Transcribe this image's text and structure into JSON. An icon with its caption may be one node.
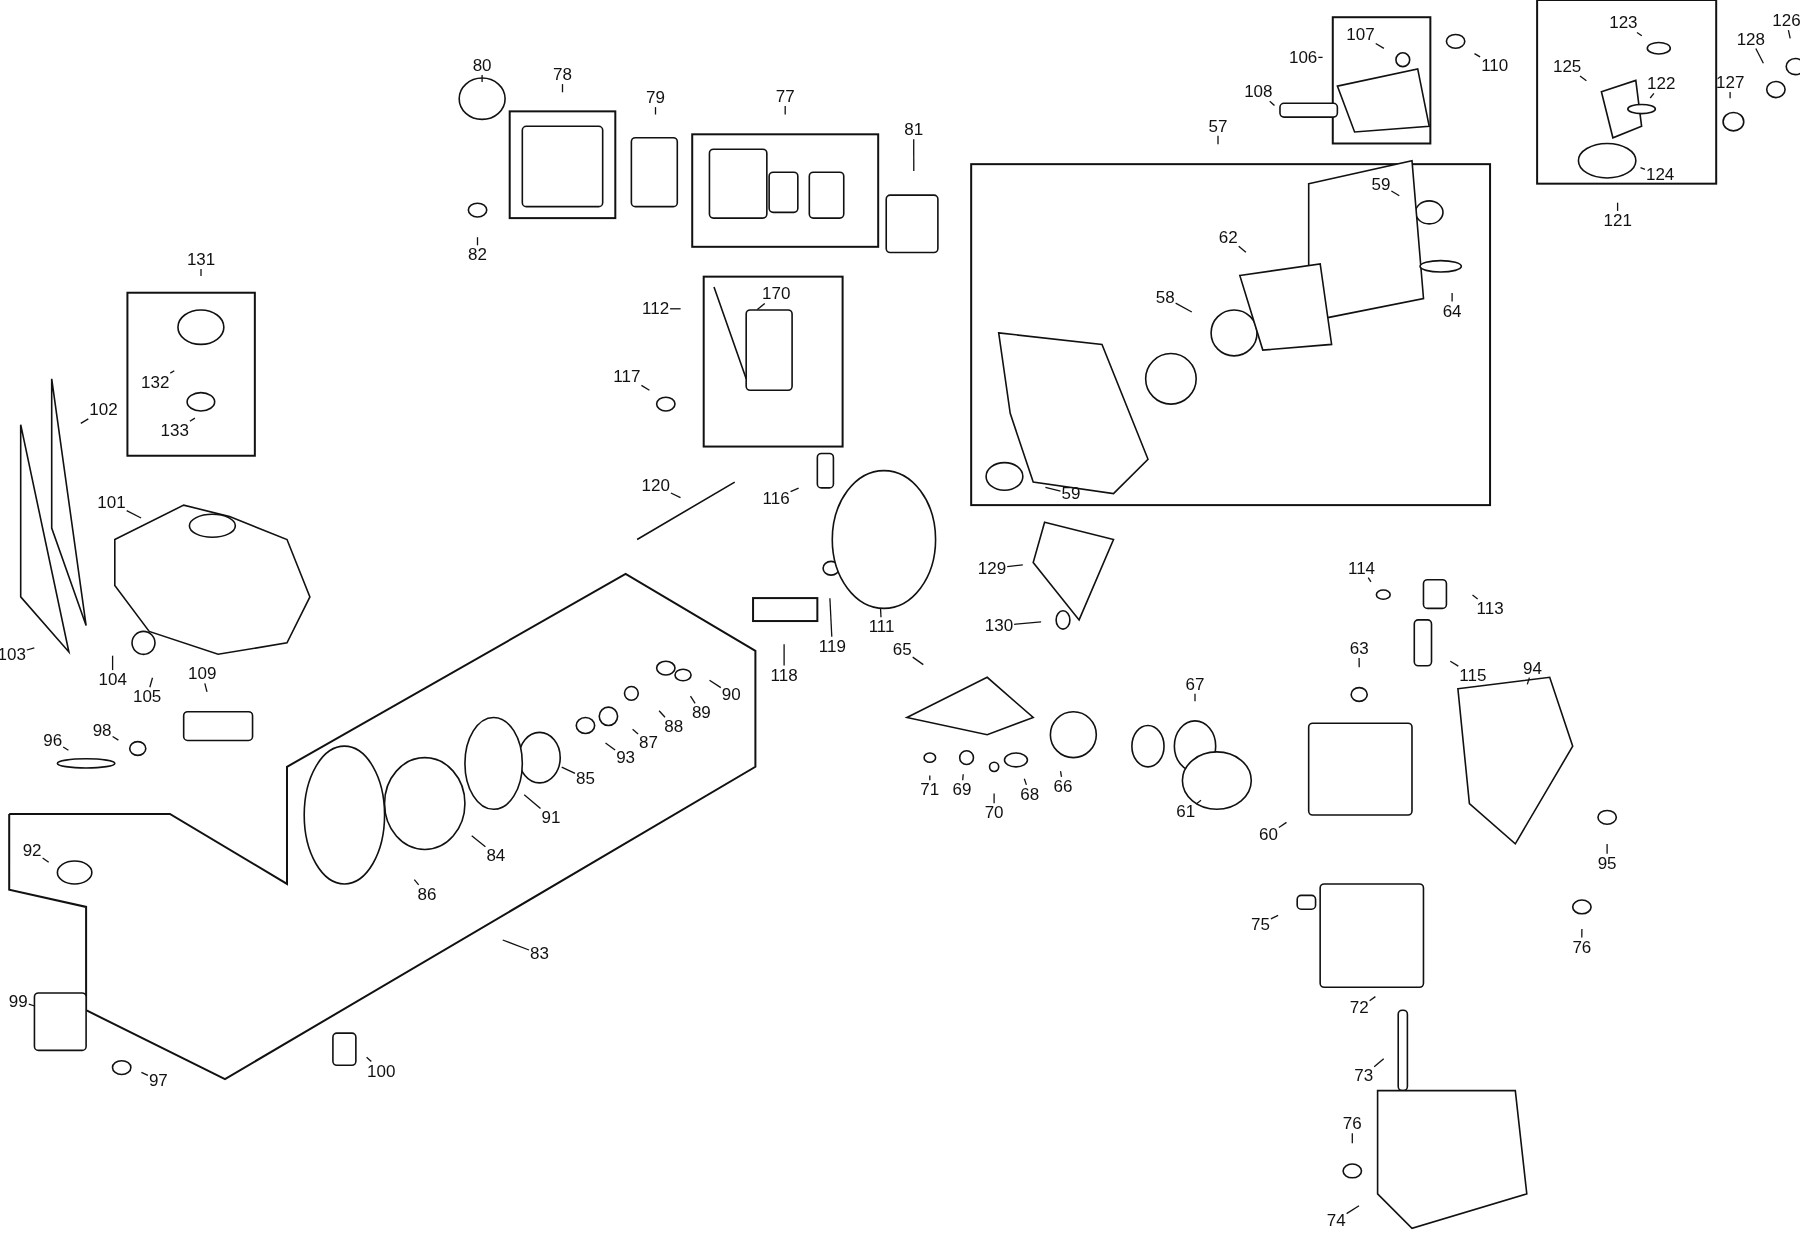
{
  "diagram": {
    "nodes": [
      {
        "text": [
          "80"
        ]
      },
      {
        "text": [
          "78"
        ]
      },
      {
        "text": [
          "79"
        ]
      },
      {
        "text": [
          "77"
        ]
      },
      {
        "text": [
          "81"
        ]
      },
      {
        "text": [
          "82"
        ]
      },
      {
        "text": [
          "131"
        ]
      },
      {
        "text": [
          "132"
        ]
      },
      {
        "text": [
          "133"
        ]
      },
      {
        "text": [
          "102"
        ]
      },
      {
        "text": [
          "101"
        ]
      },
      {
        "text": [
          "103"
        ]
      },
      {
        "text": [
          "104"
        ]
      },
      {
        "text": [
          "105"
        ]
      },
      {
        "text": [
          "109"
        ]
      },
      {
        "text": [
          "112"
        ]
      },
      {
        "text": [
          "170"
        ]
      },
      {
        "text": [
          "117"
        ]
      },
      {
        "text": [
          "120"
        ]
      },
      {
        "text": [
          "116"
        ]
      },
      {
        "text": [
          "118"
        ]
      },
      {
        "text": [
          "119"
        ]
      },
      {
        "text": [
          "111"
        ]
      },
      {
        "text": [
          "57"
        ]
      },
      {
        "text": [
          "59"
        ]
      },
      {
        "text": [
          "62"
        ]
      },
      {
        "text": [
          "58"
        ]
      },
      {
        "text": [
          "64"
        ]
      },
      {
        "text": [
          "59"
        ]
      },
      {
        "text": [
          "106"
        ]
      },
      {
        "text": [
          "107"
        ]
      },
      {
        "text": [
          "108"
        ]
      },
      {
        "text": [
          "110"
        ]
      },
      {
        "text": [
          "121"
        ]
      },
      {
        "text": [
          "123"
        ]
      },
      {
        "text": [
          "125"
        ]
      },
      {
        "text": [
          "122"
        ]
      },
      {
        "text": [
          "124"
        ]
      },
      {
        "text": [
          "127"
        ]
      },
      {
        "text": [
          "128"
        ]
      },
      {
        "text": [
          "126"
        ]
      },
      {
        "text": [
          "129"
        ]
      },
      {
        "text": [
          "130"
        ]
      },
      {
        "text": [
          "114"
        ]
      },
      {
        "text": [
          "113"
        ]
      },
      {
        "text": [
          "115"
        ]
      },
      {
        "text": [
          "63"
        ]
      },
      {
        "text": [
          "94"
        ]
      },
      {
        "text": [
          "67"
        ]
      },
      {
        "text": [
          "65"
        ]
      },
      {
        "text": [
          "89"
        ]
      },
      {
        "text": [
          "90"
        ]
      },
      {
        "text": [
          "88"
        ]
      },
      {
        "text": [
          "87"
        ]
      },
      {
        "text": [
          "93"
        ]
      },
      {
        "text": [
          "85"
        ]
      },
      {
        "text": [
          "91"
        ]
      },
      {
        "text": [
          "84"
        ]
      },
      {
        "text": [
          "86"
        ]
      },
      {
        "text": [
          "83"
        ]
      },
      {
        "text": [
          "96"
        ]
      },
      {
        "text": [
          "98"
        ]
      },
      {
        "text": [
          "92"
        ]
      },
      {
        "text": [
          "99"
        ]
      },
      {
        "text": [
          "97"
        ]
      },
      {
        "text": [
          "100"
        ]
      },
      {
        "text": [
          "71"
        ]
      },
      {
        "text": [
          "69"
        ]
      },
      {
        "text": [
          "70"
        ]
      },
      {
        "text": [
          "68"
        ]
      },
      {
        "text": [
          "66"
        ]
      },
      {
        "text": [
          "61"
        ]
      },
      {
        "text": [
          "60"
        ]
      },
      {
        "text": [
          "95"
        ]
      },
      {
        "text": [
          "76"
        ]
      },
      {
        "text": [
          "75"
        ]
      },
      {
        "text": [
          "72"
        ]
      },
      {
        "text": [
          "73"
        ]
      },
      {
        "text": [
          "76"
        ]
      },
      {
        "text": [
          "74"
        ]
      }
    ],
    "edges": [
      {
        "from": 0,
        "to": null,
        "arrow": "none"
      },
      {
        "from": 1,
        "to": null,
        "arrow": "none"
      },
      {
        "from": 2,
        "to": null,
        "arrow": "none"
      },
      {
        "from": 3,
        "to": null,
        "arrow": "none"
      },
      {
        "from": 4,
        "to": null,
        "arrow": "none"
      },
      {
        "from": 5,
        "to": null,
        "arrow": "none"
      },
      {
        "from": 6,
        "to": null,
        "arrow": "none"
      },
      {
        "from": 7,
        "to": null,
        "arrow": "none"
      },
      {
        "from": 8,
        "to": null,
        "arrow": "none"
      },
      {
        "from": 9,
        "to": null,
        "arrow": "none"
      },
      {
        "from": 10,
        "to": null,
        "arrow": "none"
      },
      {
        "from": 11,
        "to": null,
        "arrow": "none"
      },
      {
        "from": 12,
        "to": null,
        "arrow": "none"
      },
      {
        "from": 13,
        "to": null,
        "arrow": "none"
      },
      {
        "from": 14,
        "to": null,
        "arrow": "none"
      },
      {
        "from": 15,
        "to": null,
        "arrow": "none"
      },
      {
        "from": 16,
        "to": null,
        "arrow": "none"
      },
      {
        "from": 17,
        "to": null,
        "arrow": "none"
      },
      {
        "from": 18,
        "to": null,
        "arrow": "none"
      },
      {
        "from": 19,
        "to": null,
        "arrow": "none"
      },
      {
        "from": 20,
        "to": null,
        "arrow": "none"
      },
      {
        "from": 21,
        "to": null,
        "arrow": "none"
      },
      {
        "from": 22,
        "to": null,
        "arrow": "none"
      },
      {
        "from": 23,
        "to": null,
        "arrow": "none"
      },
      {
        "from": 24,
        "to": null,
        "arrow": "none"
      },
      {
        "from": 25,
        "to": null,
        "arrow": "none"
      },
      {
        "from": 26,
        "to": null,
        "arrow": "none"
      },
      {
        "from": 27,
        "to": null,
        "arrow": "none"
      },
      {
        "from": 28,
        "to": null,
        "arrow": "none"
      },
      {
        "from": 29,
        "to": null,
        "arrow": "none"
      },
      {
        "from": 30,
        "to": null,
        "arrow": "none"
      },
      {
        "from": 31,
        "to": null,
        "arrow": "none"
      },
      {
        "from": 32,
        "to": null,
        "arrow": "none"
      },
      {
        "from": 33,
        "to": null,
        "arrow": "none"
      },
      {
        "from": 34,
        "to": null,
        "arrow": "none"
      },
      {
        "from": 35,
        "to": null,
        "arrow": "none"
      },
      {
        "from": 36,
        "to": null,
        "arrow": "none"
      },
      {
        "from": 37,
        "to": null,
        "arrow": "none"
      },
      {
        "from": 38,
        "to": null,
        "arrow": "none"
      },
      {
        "from": 39,
        "to": null,
        "arrow": "none"
      },
      {
        "from": 40,
        "to": null,
        "arrow": "none"
      },
      {
        "from": 41,
        "to": null,
        "arrow": "none"
      },
      {
        "from": 42,
        "to": null,
        "arrow": "none"
      },
      {
        "from": 43,
        "to": null,
        "arrow": "none"
      },
      {
        "from": 44,
        "to": null,
        "arrow": "none"
      },
      {
        "from": 45,
        "to": null,
        "arrow": "none"
      },
      {
        "from": 46,
        "to": null,
        "arrow": "none"
      },
      {
        "from": 47,
        "to": null,
        "arrow": "none"
      },
      {
        "from": 48,
        "to": null,
        "arrow": "none"
      },
      {
        "from": 49,
        "to": null,
        "arrow": "none"
      },
      {
        "from": 50,
        "to": null,
        "arrow": "none"
      },
      {
        "from": 51,
        "to": null,
        "arrow": "none"
      },
      {
        "from": 52,
        "to": null,
        "arrow": "none"
      },
      {
        "from": 53,
        "to": null,
        "arrow": "none"
      },
      {
        "from": 54,
        "to": null,
        "arrow": "none"
      },
      {
        "from": 55,
        "to": null,
        "arrow": "none"
      },
      {
        "from": 56,
        "to": null,
        "arrow": "none"
      },
      {
        "from": 57,
        "to": null,
        "arrow": "none"
      },
      {
        "from": 58,
        "to": null,
        "arrow": "none"
      },
      {
        "from": 59,
        "to": null,
        "arrow": "none"
      },
      {
        "from": 60,
        "to": null,
        "arrow": "none"
      },
      {
        "from": 61,
        "to": null,
        "arrow": "none"
      },
      {
        "from": 62,
        "to": null,
        "arrow": "none"
      },
      {
        "from": 63,
        "to": null,
        "arrow": "none"
      },
      {
        "from": 64,
        "to": null,
        "arrow": "none"
      },
      {
        "from": 65,
        "to": null,
        "arrow": "none"
      },
      {
        "from": 66,
        "to": null,
        "arrow": "none"
      },
      {
        "from": 67,
        "to": null,
        "arrow": "none"
      },
      {
        "from": 68,
        "to": null,
        "arrow": "none"
      },
      {
        "from": 69,
        "to": null,
        "arrow": "none"
      },
      {
        "from": 70,
        "to": null,
        "arrow": "none"
      },
      {
        "from": 71,
        "to": null,
        "arrow": "none"
      },
      {
        "from": 72,
        "to": null,
        "arrow": "none"
      },
      {
        "from": 73,
        "to": null,
        "arrow": "none"
      },
      {
        "from": 74,
        "to": null,
        "arrow": "none"
      },
      {
        "from": 75,
        "to": null,
        "arrow": "none"
      },
      {
        "from": 76,
        "to": null,
        "arrow": "none"
      },
      {
        "from": 77,
        "to": null,
        "arrow": "none"
      },
      {
        "from": 78,
        "to": null,
        "arrow": "none"
      },
      {
        "from": 79,
        "to": null,
        "arrow": "none"
      }
    ]
  }
}
